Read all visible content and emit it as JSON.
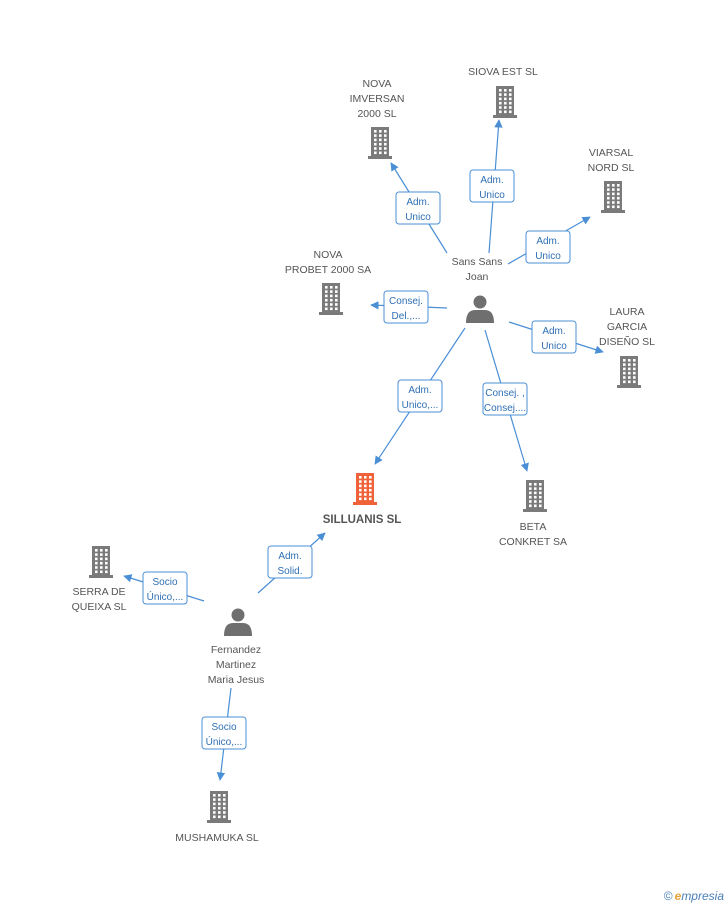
{
  "colors": {
    "edge": "#4a8fd6",
    "edge_text": "#2f6fb3",
    "company_icon": "#7a7a7a",
    "focus_company_icon": "#f0623a",
    "person_icon": "#6f6f6f",
    "node_text": "#555555"
  },
  "nodes": [
    {
      "id": "nova-imversan",
      "type": "company",
      "label": [
        "NOVA",
        "IMVERSAN",
        "2000 SL"
      ]
    },
    {
      "id": "siova-est",
      "type": "company",
      "label": [
        "SIOVA EST SL"
      ]
    },
    {
      "id": "viarsal-nord",
      "type": "company",
      "label": [
        "VIARSAL",
        "NORD SL"
      ]
    },
    {
      "id": "nova-probet",
      "type": "company",
      "label": [
        "NOVA",
        "PROBET 2000 SA"
      ]
    },
    {
      "id": "laura-garcia",
      "type": "company",
      "label": [
        "LAURA",
        "GARCIA",
        "DISEÑO SL"
      ]
    },
    {
      "id": "silluanis",
      "type": "company",
      "focus": true,
      "label": [
        "SILLUANIS SL"
      ]
    },
    {
      "id": "beta-conkret",
      "type": "company",
      "label": [
        "BETA",
        "CONKRET SA"
      ]
    },
    {
      "id": "serra-de-queixa",
      "type": "company",
      "label": [
        "SERRA DE",
        "QUEIXA  SL"
      ]
    },
    {
      "id": "mushamuka",
      "type": "company",
      "label": [
        "MUSHAMUKA SL"
      ]
    },
    {
      "id": "sans-sans-joan",
      "type": "person",
      "label": [
        "Sans Sans",
        "Joan"
      ]
    },
    {
      "id": "fernandez-martinez",
      "type": "person",
      "label": [
        "Fernandez",
        "Martinez",
        "Maria Jesus"
      ]
    }
  ],
  "edges": [
    {
      "from": "sans-sans-joan",
      "to": "nova-imversan",
      "label": [
        "Adm.",
        "Unico"
      ]
    },
    {
      "from": "sans-sans-joan",
      "to": "siova-est",
      "label": [
        "Adm.",
        "Unico"
      ]
    },
    {
      "from": "sans-sans-joan",
      "to": "viarsal-nord",
      "label": [
        "Adm.",
        "Unico"
      ]
    },
    {
      "from": "sans-sans-joan",
      "to": "nova-probet",
      "label": [
        "Consej.",
        "Del.,..."
      ]
    },
    {
      "from": "sans-sans-joan",
      "to": "laura-garcia",
      "label": [
        "Adm.",
        "Unico"
      ]
    },
    {
      "from": "sans-sans-joan",
      "to": "silluanis",
      "label": [
        "Adm.",
        "Unico,..."
      ]
    },
    {
      "from": "sans-sans-joan",
      "to": "beta-conkret",
      "label": [
        "Consej. ,",
        "Consej...."
      ]
    },
    {
      "from": "fernandez-martinez",
      "to": "silluanis",
      "label": [
        "Adm.",
        "Solid."
      ]
    },
    {
      "from": "fernandez-martinez",
      "to": "serra-de-queixa",
      "label": [
        "Socio",
        "Único,..."
      ]
    },
    {
      "from": "fernandez-martinez",
      "to": "mushamuka",
      "label": [
        "Socio",
        "Único,..."
      ]
    }
  ],
  "brand": {
    "copyright": "©",
    "initial": "e",
    "name": "mpresia"
  }
}
